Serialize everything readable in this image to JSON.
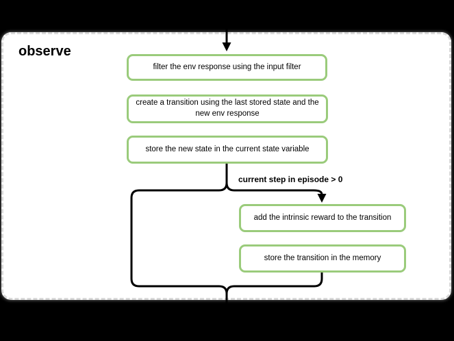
{
  "diagram": {
    "title": "observe",
    "nodes": [
      {
        "id": "filter-env-response",
        "label": "filter the env response using the input filter"
      },
      {
        "id": "create-transition",
        "label": "create a transition using the last stored state and the new env response"
      },
      {
        "id": "store-new-state",
        "label": "store the new state in the current state variable"
      },
      {
        "id": "add-intrinsic-reward",
        "label": "add the intrinsic reward to the transition"
      },
      {
        "id": "store-transition",
        "label": "store the transition in the memory"
      }
    ],
    "condition_label": "current step in episode > 0",
    "colors": {
      "page_bg": "#000000",
      "container_bg": "#ffffff",
      "container_border": "#d9d9d9",
      "node_border": "#9acb7b",
      "flow_line": "#000000",
      "text": "#000000"
    }
  }
}
